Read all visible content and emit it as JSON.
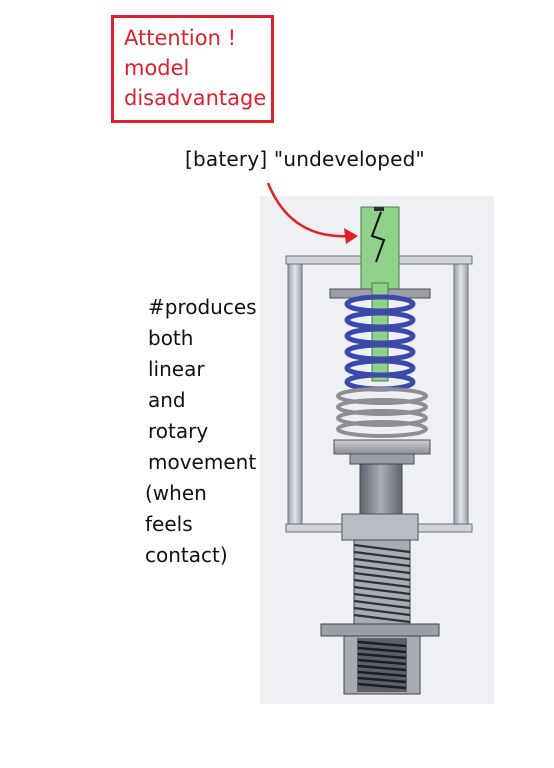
{
  "attention": {
    "lines": [
      "Attention !",
      "model",
      "disadvantage"
    ],
    "color": "#e0202a"
  },
  "battery_label": "[batery]  \"undeveloped\"",
  "description": {
    "lines": [
      "#produces",
      "both",
      "linear",
      "and",
      "rotary",
      "movement",
      "(when",
      "feels",
      "contact)"
    ]
  },
  "colors": {
    "battery": "#7cc47a",
    "upper_spring": "#3b49a8",
    "lower_spring": "#8d8d93",
    "metal": "#b9bcc2",
    "panel": "#eef0f4",
    "arrow": "#e0202a"
  }
}
